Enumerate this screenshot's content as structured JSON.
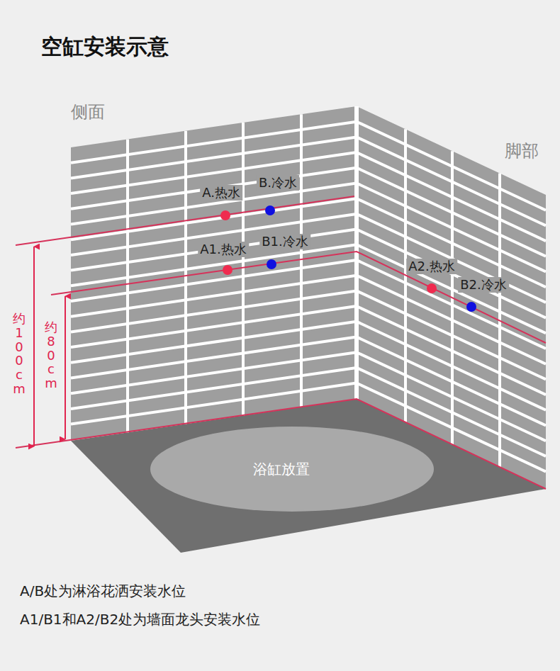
{
  "diagram": {
    "title": "空缸安装示意",
    "nodes": [
      {
        "text": [
          "浴缸放置"
        ]
      }
    ],
    "labels": [
      "侧面",
      "脚部",
      "A.热水",
      "B.冷水",
      "A1.热水",
      "B1.冷水",
      "A2.热水",
      "B2.冷水",
      "约100cm",
      "约80cm",
      "A/B处为淋浴花洒安装水位",
      "A1/B1和A2/B2处为墙面龙头安装水位"
    ]
  }
}
